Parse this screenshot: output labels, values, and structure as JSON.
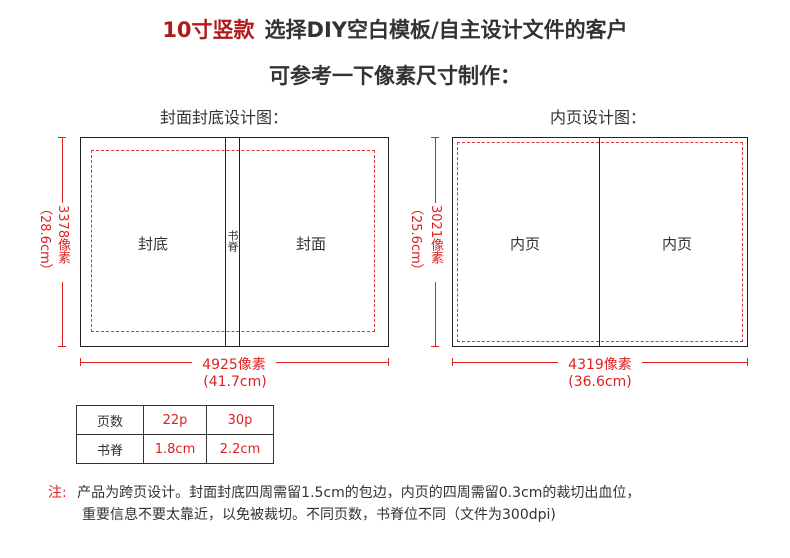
{
  "header": {
    "title_red": "10寸竖款",
    "title_rest": "选择DIY空白模板/自主设计文件的客户",
    "subtitle": "可参考一下像素尺寸制作："
  },
  "cover": {
    "heading": "封面封底设计图：",
    "back_label": "封底",
    "spine_label": "书脊",
    "front_label": "封面",
    "height_px": "3378像素",
    "height_cm": "（28.6cm）",
    "width_px": "4925像素",
    "width_cm": "(41.7cm)"
  },
  "inner": {
    "heading": "内页设计图：",
    "left_label": "内页",
    "right_label": "内页",
    "height_px": "3021像素",
    "height_cm": "（25.6cm）",
    "width_px": "4319像素",
    "width_cm": "(36.6cm)"
  },
  "spec_table": {
    "rows": [
      {
        "label": "页数",
        "a": "22p",
        "b": "30p"
      },
      {
        "label": "书脊",
        "a": "1.8cm",
        "b": "2.2cm"
      }
    ]
  },
  "note": {
    "prefix": "注:",
    "line1": "产品为跨页设计。封面封底四周需留1.5cm的包边，内页的四周需留0.3cm的裁切出血位，",
    "line2": "重要信息不要太靠近，以免被裁切。不同页数，书脊位不同（文件为300dpi)"
  },
  "colors": {
    "accent_red": "#b01a1a",
    "dash_red": "#dd3333",
    "text": "#333333"
  }
}
